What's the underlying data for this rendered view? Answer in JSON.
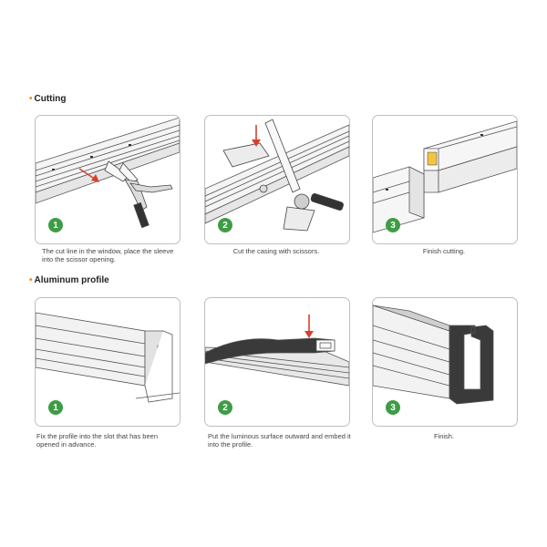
{
  "sections": [
    {
      "title": "Cutting",
      "steps": [
        {
          "number": "1",
          "caption": "The cut line in the window, place the sleeve into the scissor opening."
        },
        {
          "number": "2",
          "caption": "Cut the casing with scissors."
        },
        {
          "number": "3",
          "caption": "Finish cutting."
        }
      ]
    },
    {
      "title": "Aluminum profile",
      "steps": [
        {
          "number": "1",
          "caption": "Fix the profile into the slot that has been opened in advance."
        },
        {
          "number": "2",
          "caption": "Put the luminous surface outward and embed it into the profile."
        },
        {
          "number": "3",
          "caption": "Finish."
        }
      ]
    }
  ],
  "colors": {
    "accent_dot": "#e8891c",
    "step_badge": "#3f9c46",
    "arrow": "#d9402b",
    "led": "#f2c53d",
    "outline": "#555555"
  }
}
